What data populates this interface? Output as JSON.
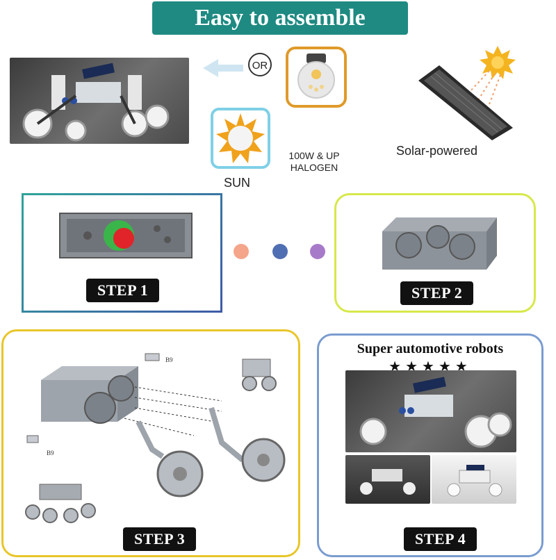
{
  "banner": {
    "title": "Easy to assemble"
  },
  "power": {
    "or_label": "OR",
    "halogen_label": "100W & UP HALOGEN",
    "sun_label": "SUN",
    "solar_label": "Solar-powered"
  },
  "steps": [
    {
      "label": "STEP 1"
    },
    {
      "label": "STEP 2"
    },
    {
      "label": "STEP 3"
    },
    {
      "label": "STEP 4"
    }
  ],
  "dots": [
    "#f4a58a",
    "#4f6fb2",
    "#a77ac9"
  ],
  "step4": {
    "title": "Super automotive robots",
    "stars": "★★★★★"
  },
  "parts": {
    "part_code": "B9"
  },
  "colors": {
    "banner": "#1e8a82",
    "card1": "#3a8f8a",
    "card2": "#d7e84a",
    "card3": "#e8c62a",
    "card4": "#7a9cd0"
  }
}
